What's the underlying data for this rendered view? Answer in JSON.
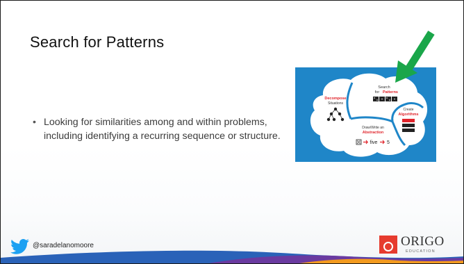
{
  "slide": {
    "title": "Search for Patterns",
    "bullets": [
      "Looking for similarities among and within problems, including identifying a recurring sequence or structure."
    ]
  },
  "figure": {
    "search_line1": "Search",
    "search_line2": "for",
    "search_emphasis": "Patterns",
    "decompose_line1": "Decompose",
    "decompose_line2": "Situations",
    "create_line1": "Create",
    "create_emphasis": "Algorithms",
    "draw_line1": "Draw/Write an",
    "draw_emphasis": "Abstraction",
    "draw_word": "five",
    "draw_number": "5"
  },
  "footer": {
    "handle": "@saradelanomoore",
    "logo_word": "ORIGO",
    "logo_sub": "EDUCATION"
  },
  "colors": {
    "figure_bg": "#1f86c8",
    "figure_red": "#e0242b",
    "arrow": "#1aa64a",
    "twitter": "#1da1f2",
    "logo_red": "#e63b2e",
    "swoosh_blue": "#2a62b8",
    "swoosh_purple": "#6a3aa0",
    "swoosh_orange": "#f39a1e"
  }
}
